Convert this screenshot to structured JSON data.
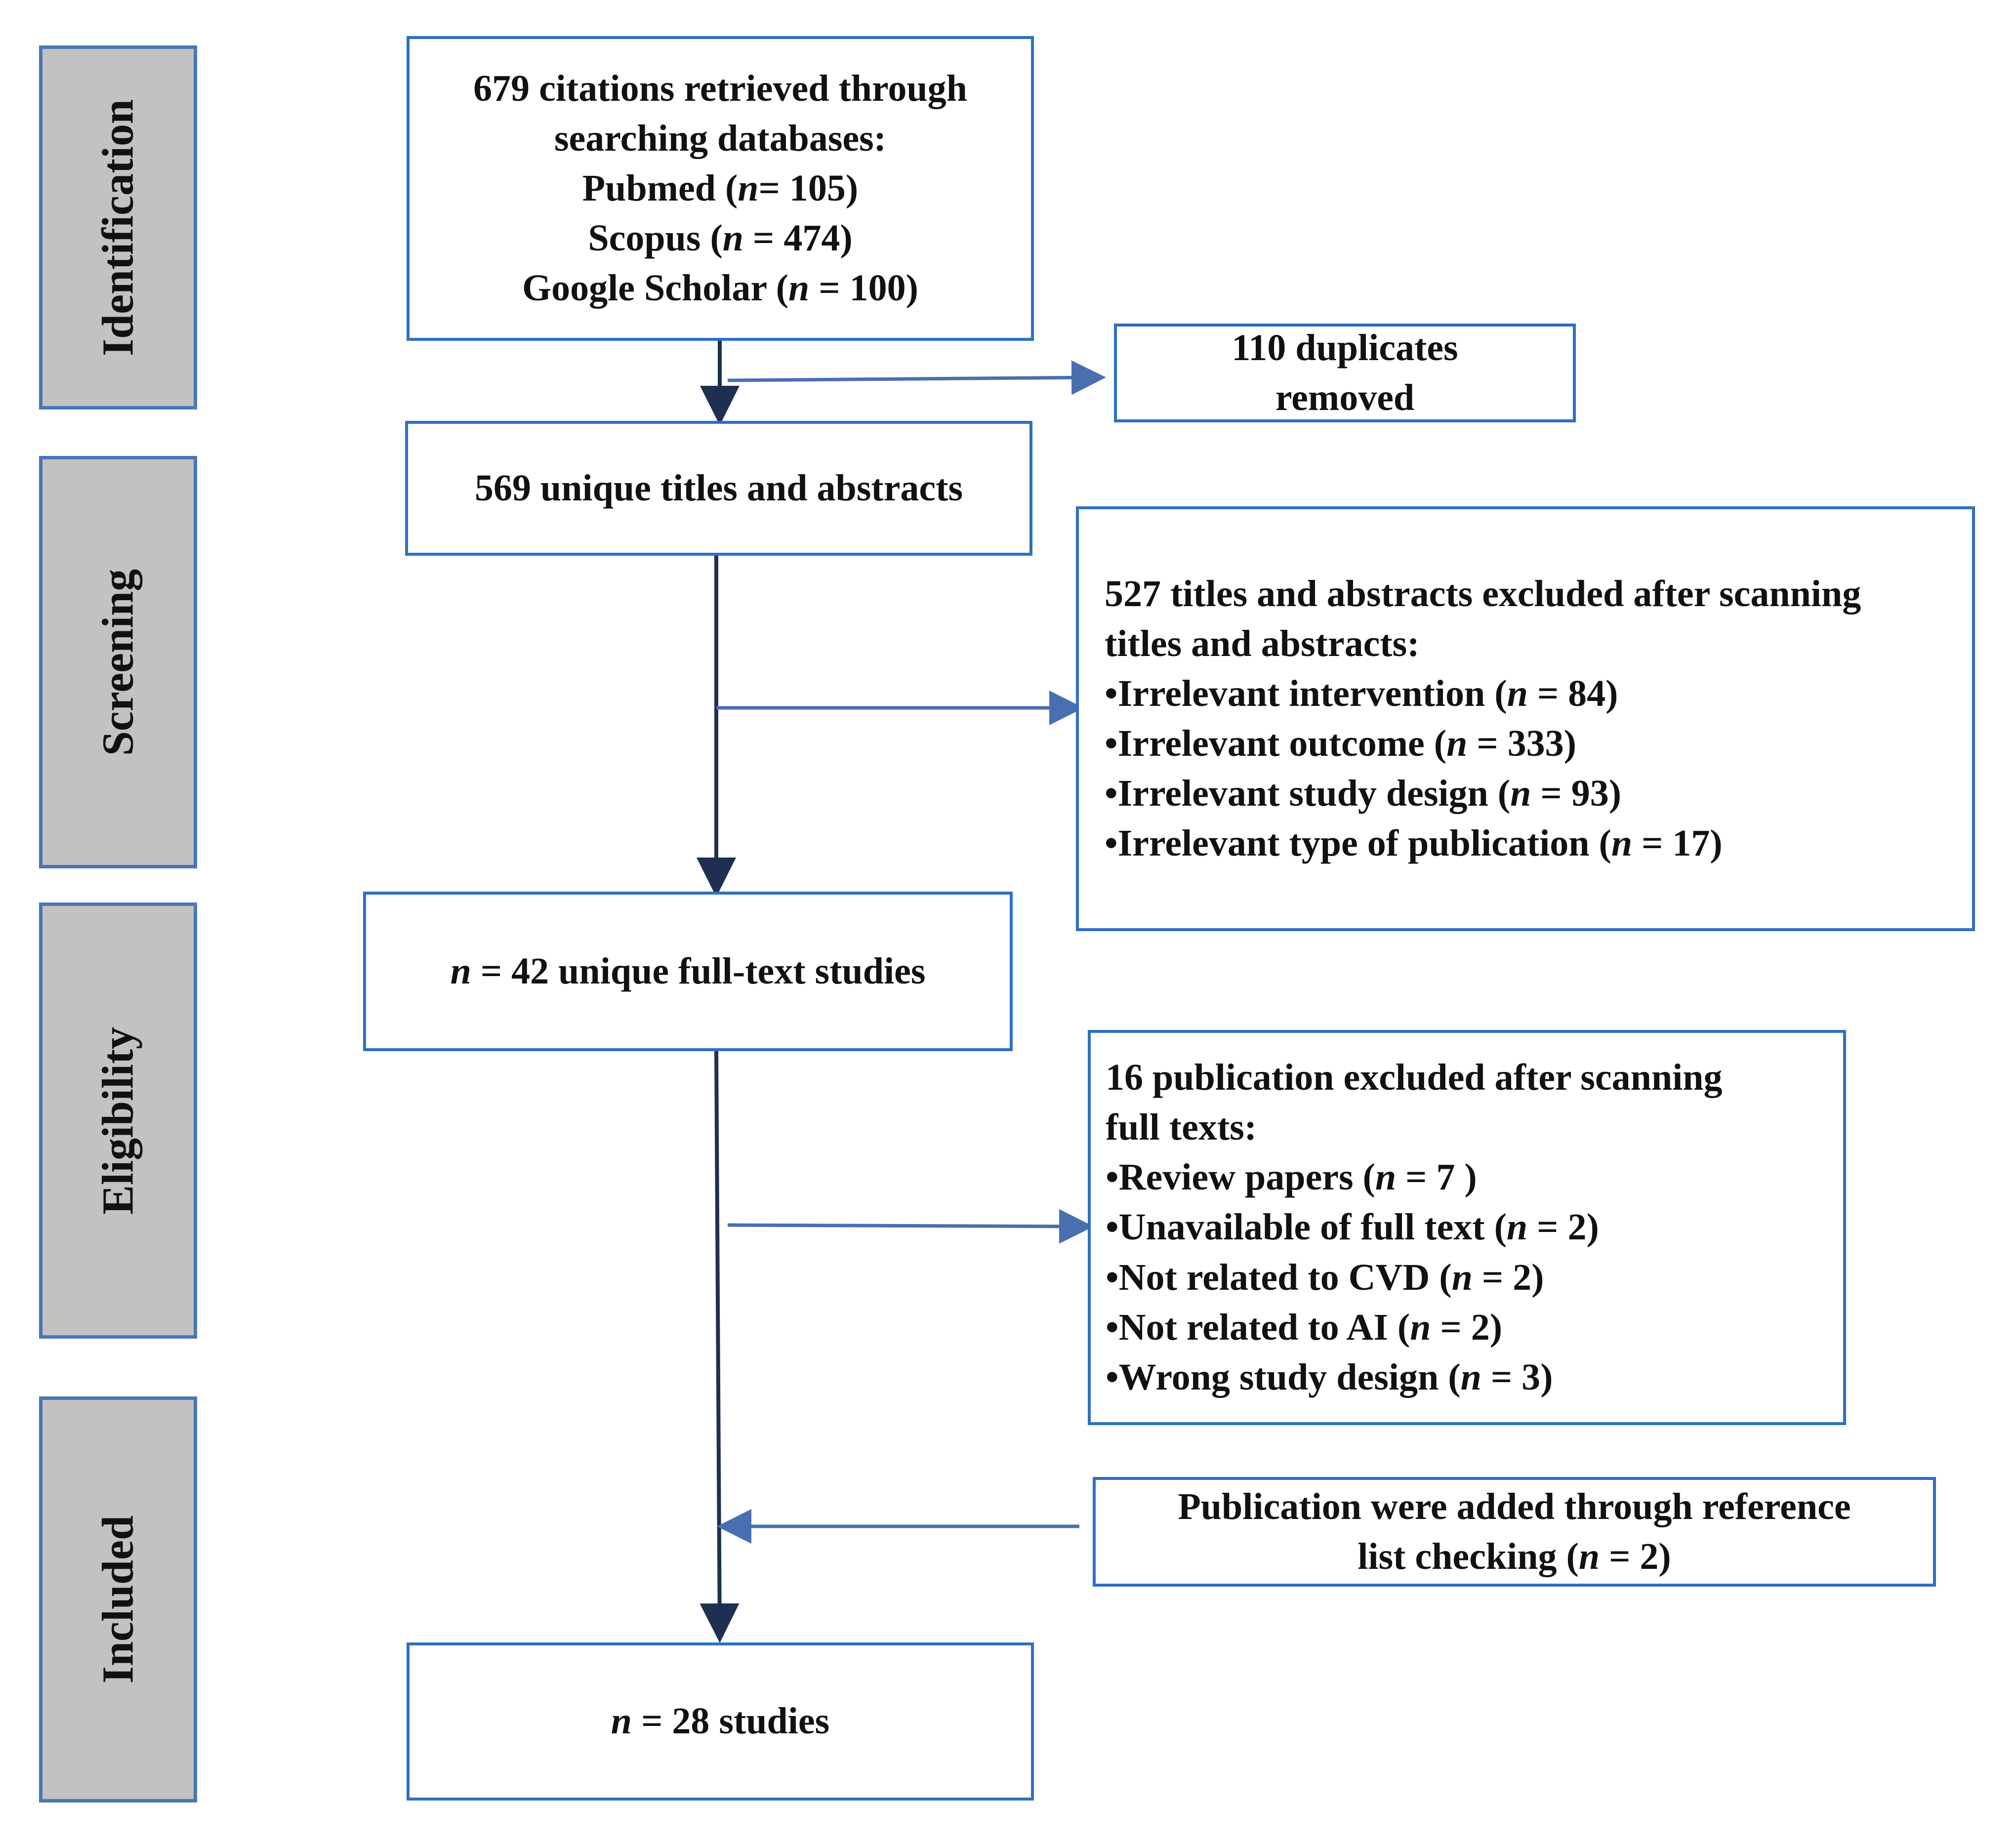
{
  "stages": [
    {
      "label": "Identification"
    },
    {
      "label": "Screening"
    },
    {
      "label": "Eligibility"
    },
    {
      "label": "Included"
    }
  ],
  "identification_box": {
    "line1": "679 citations retrieved through",
    "line2": "searching databases:",
    "sources": [
      {
        "pre": "Pubmed (",
        "n": "n",
        "post": "= 105)"
      },
      {
        "pre": "Scopus (",
        "n": "n",
        "post": " = 474)"
      },
      {
        "pre": "Google Scholar (",
        "n": "n",
        "post": " = 100)"
      }
    ]
  },
  "duplicates_box": {
    "line1": "110 duplicates",
    "line2": "removed"
  },
  "screening_box": {
    "text": "569 unique titles and abstracts"
  },
  "excluded_abstracts_box": {
    "line1": "527 titles and abstracts excluded after scanning",
    "line2": "titles and abstracts:",
    "items": [
      {
        "pre": "•Irrelevant intervention (",
        "n": "n",
        "post": " =  84)"
      },
      {
        "pre": "•Irrelevant outcome (",
        "n": "n",
        "post": " = 333)"
      },
      {
        "pre": "•Irrelevant study design (",
        "n": "n",
        "post": " =  93)"
      },
      {
        "pre": "•Irrelevant type of publication (",
        "n": "n",
        "post": " = 17)"
      }
    ]
  },
  "fulltext_box": {
    "n": "n",
    "text": " = 42  unique full-text studies"
  },
  "excluded_fulltext_box": {
    "line1": "16 publication excluded after scanning",
    "line2": "full texts:",
    "items": [
      {
        "pre": "•Review papers (",
        "n": "n",
        "post": " = 7 )"
      },
      {
        "pre": "•Unavailable of full text (",
        "n": "n",
        "post": " = 2)"
      },
      {
        "pre": "•Not related  to CVD (",
        "n": "n",
        "post": " = 2)"
      },
      {
        "pre": "•Not related to AI (",
        "n": "n",
        "post": " = 2)"
      },
      {
        "pre": "•Wrong study design (",
        "n": "n",
        "post": " = 3)"
      }
    ]
  },
  "added_box": {
    "line1": "Publication were added through reference",
    "pre": "list checking (",
    "n": "n",
    "post": " = 2)"
  },
  "included_box": {
    "n": "n",
    "text": " = 28 studies"
  },
  "colors": {
    "box_border": "#2f6fc0",
    "stage_fill": "#c2c2c2",
    "main_line": "#1f2f52",
    "branch_arrow": "#4a6fb0"
  }
}
